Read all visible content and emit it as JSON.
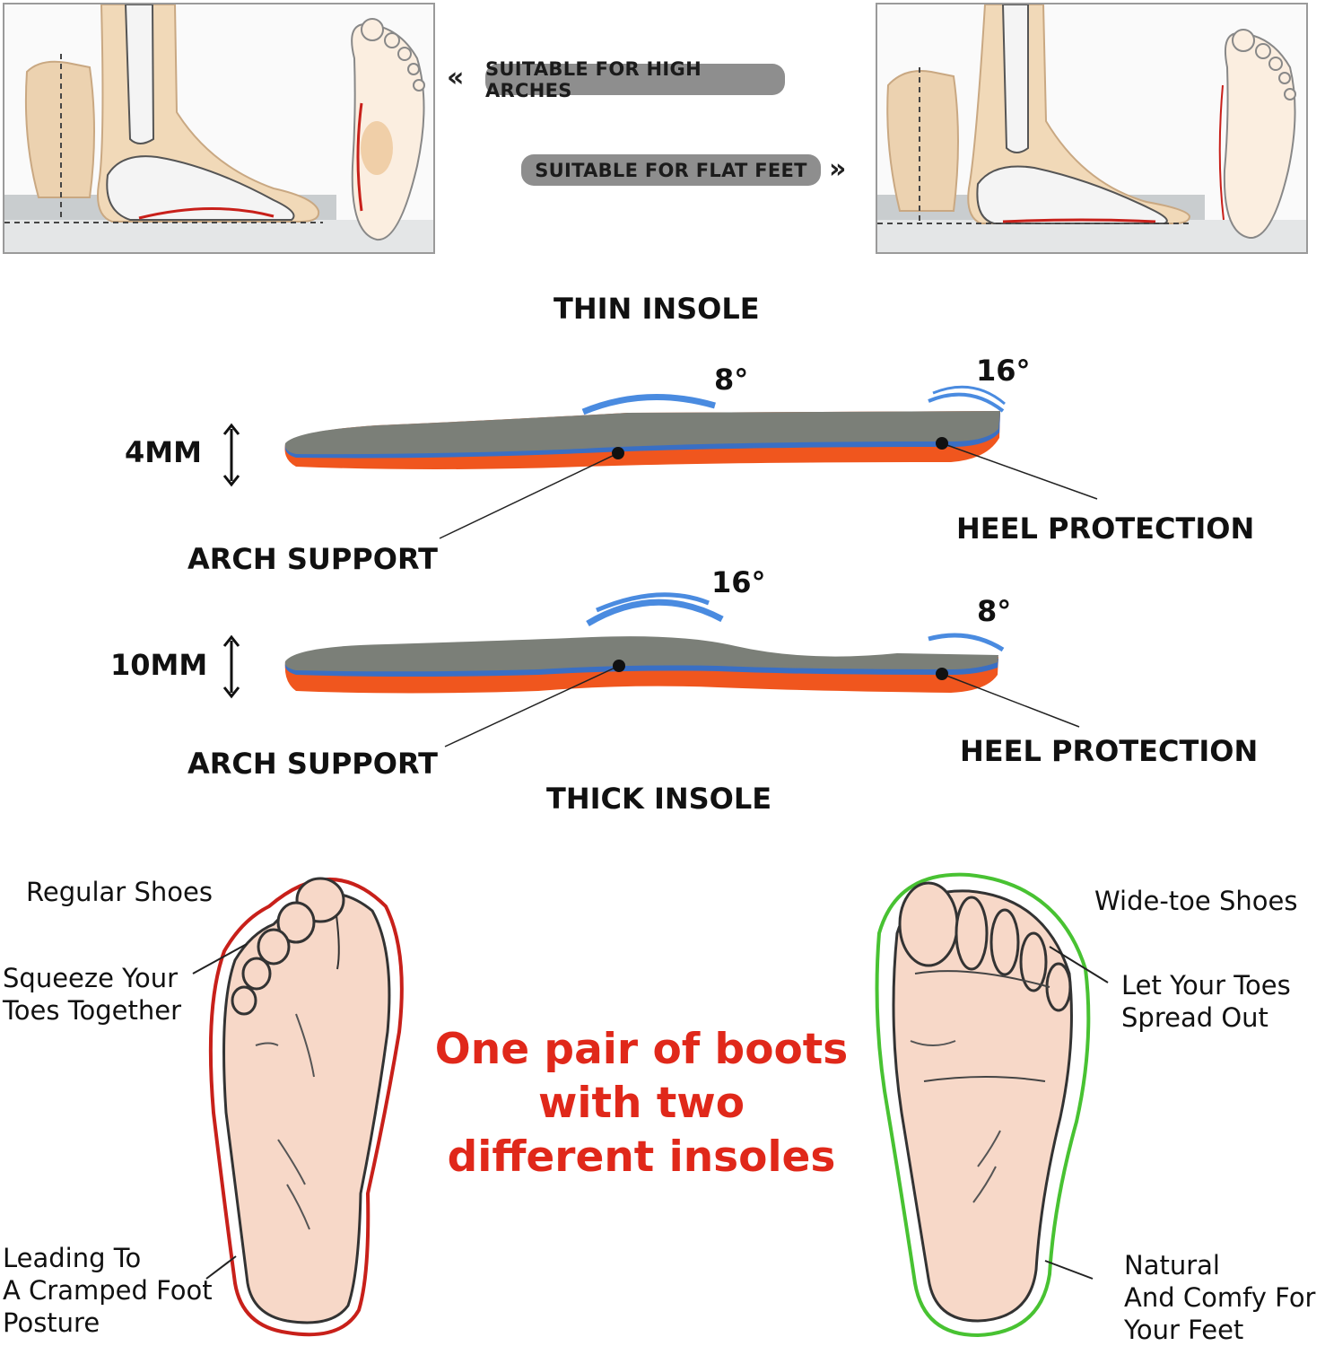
{
  "arch_types": {
    "high": "SUITABLE FOR HIGH ARCHES",
    "flat": "SUITABLE FOR FLAT FEET"
  },
  "thin_insole": {
    "title": "THIN INSOLE",
    "thickness": "4MM",
    "arch_angle": "8°",
    "heel_angle": "16°",
    "arch_label": "ARCH SUPPORT",
    "heel_label": "HEEL PROTECTION"
  },
  "thick_insole": {
    "title": "THICK INSOLE",
    "thickness": "10MM",
    "arch_angle": "16°",
    "heel_angle": "8°",
    "arch_label": "ARCH SUPPORT",
    "heel_label": "HEEL PROTECTION"
  },
  "comparison": {
    "regular": {
      "title": "Regular Shoes",
      "note1": [
        "Squeeze Your",
        "Toes Together"
      ],
      "note2": [
        "Leading To",
        "A Cramped Foot",
        "Posture"
      ]
    },
    "wide": {
      "title": "Wide-toe Shoes",
      "note1": [
        "Let Your Toes",
        "Spread Out"
      ],
      "note2": [
        "Natural",
        "And Comfy For",
        "Your Feet"
      ]
    }
  },
  "slogan": [
    "One pair of boots",
    "with two",
    "different insoles"
  ],
  "colors": {
    "slogan": "#e0281a",
    "regular_outline": "#c8201a",
    "wide_outline": "#48c232",
    "insole_top": "#7b7f78",
    "insole_base": "#f0561e",
    "insole_stripe": "#3a6fc4",
    "angle_arc": "#4a8be0",
    "skin": "#f7d8c8",
    "pill": "#8e8e8e"
  }
}
